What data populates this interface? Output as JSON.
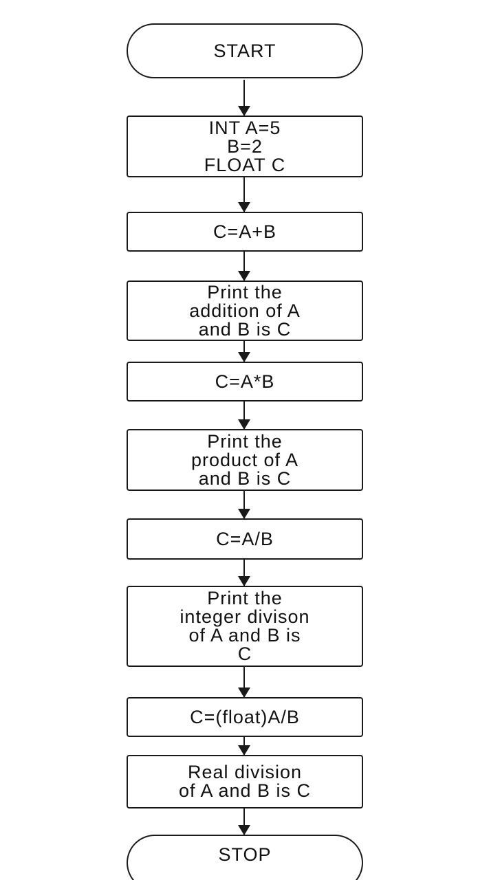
{
  "flowchart": {
    "start": "START",
    "declare": [
      "INT  A=5",
      "B=2",
      "FLOAT C"
    ],
    "add": "C=A+B",
    "print_add": [
      "Print  the",
      "addition of  A",
      "and B   is C"
    ],
    "mul": "C=A*B",
    "print_mul": [
      "Print  the",
      "product of A",
      "and B is C"
    ],
    "div": "C=A/B",
    "print_div": [
      "Print the",
      "integer divison",
      "of  A  and  B is",
      "C"
    ],
    "float_div": "C=(float)A/B",
    "print_real": [
      "Real division",
      "of A and B is C"
    ],
    "stop": "STOP"
  }
}
